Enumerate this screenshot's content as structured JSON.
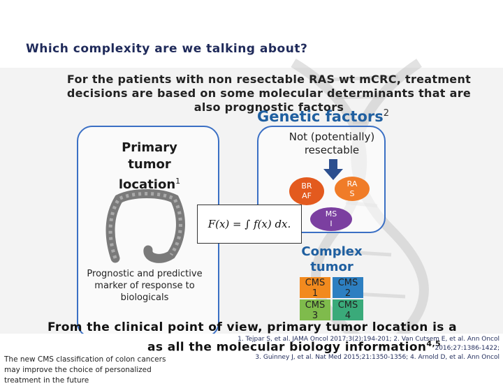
{
  "slide": {
    "title": "Which complexity are we talking about?",
    "intro_line1": "For the patients with non resectable RAS wt mCRC, treatment",
    "intro_line2": "decisions are based on some molecular determinants that are",
    "intro_line3": "also prognostic factors",
    "genetic_factors": "Genetic factors",
    "genetic_factors_ref": "2",
    "primary_line1": "Primary",
    "primary_line2": "tumor",
    "primary_line3": "location",
    "primary_ref": "1",
    "prognostic_line1": "Prognostic and predictive",
    "prognostic_line2": "marker of response to",
    "prognostic_line3": "biologicals",
    "not_resectable_line1": "Not (potentially)",
    "not_resectable_line2": "resectable",
    "braf_line1": "BR",
    "braf_line2": "AF",
    "ras_line1": "RA",
    "ras_line2": "S",
    "msi_line1": "MS",
    "msi_line2": "I",
    "formula": "F(x) = ∫ f(x) dx.",
    "complex_line1": "Complex",
    "complex_line2": "tumor",
    "cms": [
      {
        "line1": "CMS",
        "line2": "1"
      },
      {
        "line1": "CMS",
        "line2": "2"
      },
      {
        "line1": "CMS",
        "line2": "3"
      },
      {
        "line1": "CMS",
        "line2": "4"
      }
    ],
    "clinical_line1": "From the clinical point of view, primary tumor location is a",
    "clinical_line2": "as all the molecular biology information",
    "clinical_ref": "4,5",
    "new_cms_line1": "The new CMS classification of colon cancers",
    "new_cms_line2": "may improve the choice of personalized",
    "new_cms_line3": "treatment in the future",
    "refs_line1": "1. Tejpar S, et al. JAMA Oncol 2017;3(2):194-201; 2. Van Cutsem E, et al. Ann Oncol",
    "refs_line2": "2016;27:1386-1422;",
    "refs_line3": "3. Guinney J, et al. Nat Med 2015;21:1350-1356; 4. Arnold D, et al. Ann Oncol"
  },
  "colors": {
    "title": "#1f2a5a",
    "accent_blue": "#1f5fa0",
    "box_border": "#3a6fc4",
    "braf": "#e35a1e",
    "ras": "#f07c28",
    "msi": "#7b3fa0",
    "cms1": "#f28a1e",
    "cms2": "#2d7fc1",
    "cms3": "#7fbb4c",
    "cms4": "#3aaa7a"
  },
  "icons": [
    "dna-helix-icon",
    "colon-icon",
    "down-arrow-icon"
  ]
}
